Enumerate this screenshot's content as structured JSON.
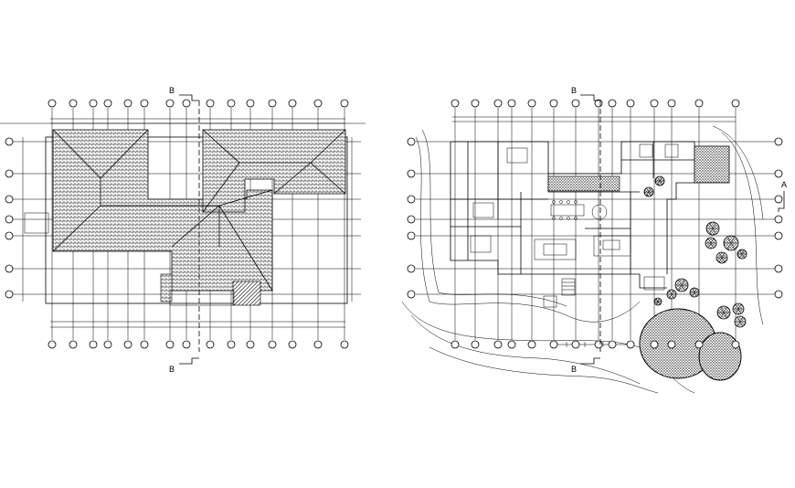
{
  "sheet": {
    "left_plan": {
      "section_top_label": "B",
      "section_bottom_label": "B"
    },
    "right_plan": {
      "section_top_label": "B",
      "section_bottom_label": "B",
      "section_side_label": "A"
    }
  },
  "colors": {
    "line": "#000000",
    "background": "#ffffff"
  }
}
